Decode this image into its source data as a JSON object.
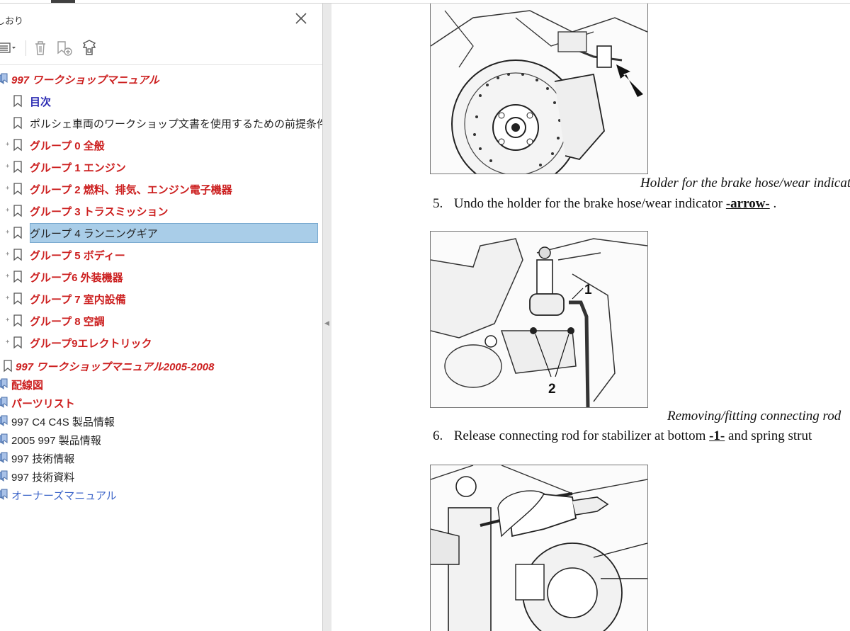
{
  "sidebar": {
    "title": "しおり",
    "tree": [
      {
        "label": "997  ワークショップマニュアル",
        "style": "red-italic-mix",
        "level": 0,
        "icon": "bookmark-folder-icon",
        "expander": false
      },
      {
        "label": "目次",
        "style": "blue",
        "level": 1,
        "icon": "bookmark-icon",
        "expander": false
      },
      {
        "label": "ポルシェ車両のワークショップ文書を使用するための前提条件",
        "style": "black",
        "level": 1,
        "icon": "bookmark-icon",
        "expander": false
      },
      {
        "label": "グループ 0 全般",
        "style": "red",
        "level": 1,
        "icon": "bookmark-icon",
        "expander": true
      },
      {
        "label": "グループ 1 エンジン",
        "style": "red",
        "level": 1,
        "icon": "bookmark-icon",
        "expander": true
      },
      {
        "label": "グループ 2 燃料、排気、エンジン電子機器",
        "style": "red",
        "level": 1,
        "icon": "bookmark-icon",
        "expander": true
      },
      {
        "label": "グループ 3 トラスミッション",
        "style": "red",
        "level": 1,
        "icon": "bookmark-icon",
        "expander": true
      },
      {
        "label": "グループ 4 ランニングギア",
        "style": "black-selected",
        "level": 1,
        "icon": "bookmark-icon",
        "expander": true
      },
      {
        "label": "グループ 5 ボディー",
        "style": "red",
        "level": 1,
        "icon": "bookmark-icon",
        "expander": true
      },
      {
        "label": "グループ6 外装機器",
        "style": "red",
        "level": 1,
        "icon": "bookmark-icon",
        "expander": true
      },
      {
        "label": "グループ 7 室内設備",
        "style": "red",
        "level": 1,
        "icon": "bookmark-icon",
        "expander": true
      },
      {
        "label": "グループ 8 空調",
        "style": "red",
        "level": 1,
        "icon": "bookmark-icon",
        "expander": true
      },
      {
        "label": "グループ9エレクトリック",
        "style": "red",
        "level": 1,
        "icon": "bookmark-icon",
        "expander": true
      },
      {
        "label": "997 ワークショップマニュアル2005-2008",
        "style": "red-italic",
        "level": 0.4,
        "icon": "bookmark-icon",
        "expander": false
      },
      {
        "label": "配線図",
        "style": "red",
        "level": 0,
        "icon": "bookmark-folder-icon",
        "expander": false
      },
      {
        "label": "パーツリスト",
        "style": "red",
        "level": 0,
        "icon": "bookmark-folder-icon",
        "expander": false
      },
      {
        "label": "997 C4 C4S 製品情報",
        "style": "black",
        "level": 0,
        "icon": "bookmark-folder-icon",
        "expander": false
      },
      {
        "label": "2005   997   製品情報",
        "style": "black",
        "level": 0,
        "icon": "bookmark-folder-icon",
        "expander": false
      },
      {
        "label": "997 技術情報",
        "style": "black",
        "level": 0,
        "icon": "bookmark-folder-icon",
        "expander": false
      },
      {
        "label": "997 技術資料",
        "style": "black",
        "level": 0,
        "icon": "bookmark-folder-icon",
        "expander": false
      },
      {
        "label": "オーナーズマニュアル",
        "style": "bluelite",
        "level": 0,
        "icon": "bookmark-folder-icon",
        "expander": false
      }
    ]
  },
  "document": {
    "caption1": "Holder for the brake hose/wear indicator",
    "step5_number": "5.",
    "step5_text": "Undo the holder for the brake hose/wear indicator",
    "step5_ref": "-arrow-",
    "step5_end": " .",
    "figure2_labels": [
      "1",
      "2"
    ],
    "caption2": "Removing/fitting connecting rod",
    "step6_number": "6.",
    "step6_text": "Release connecting rod for stabilizer at bottom",
    "step6_ref": "-1-",
    "step6_end": " and spring strut"
  },
  "colors": {
    "red": "#cc1f1f",
    "blue": "#2b2bb3",
    "selection": "#a9cde8",
    "icon_blue": "#4a6fa8"
  }
}
